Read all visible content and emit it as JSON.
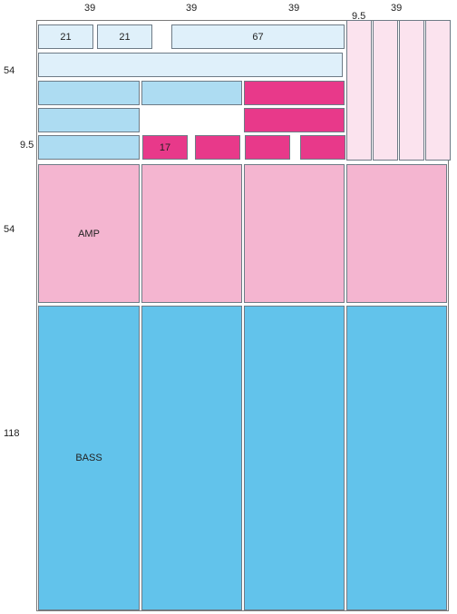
{
  "dimensions": {
    "top": [
      "39",
      "39",
      "39",
      "9.5",
      "39"
    ],
    "left": [
      "54",
      "9.5",
      "54",
      "118"
    ]
  },
  "blocks": {
    "small_a": "21",
    "small_b": "21",
    "wide": "67",
    "magenta_small": "17",
    "amp": "AMP",
    "bass": "BASS"
  },
  "colors": {
    "pale_blue": "#dff0fa",
    "light_blue": "#addcf2",
    "magenta": "#e8398a",
    "pink": "#f4b5d0",
    "pale_pink": "#fbe3ee",
    "blue": "#62c3eb"
  }
}
